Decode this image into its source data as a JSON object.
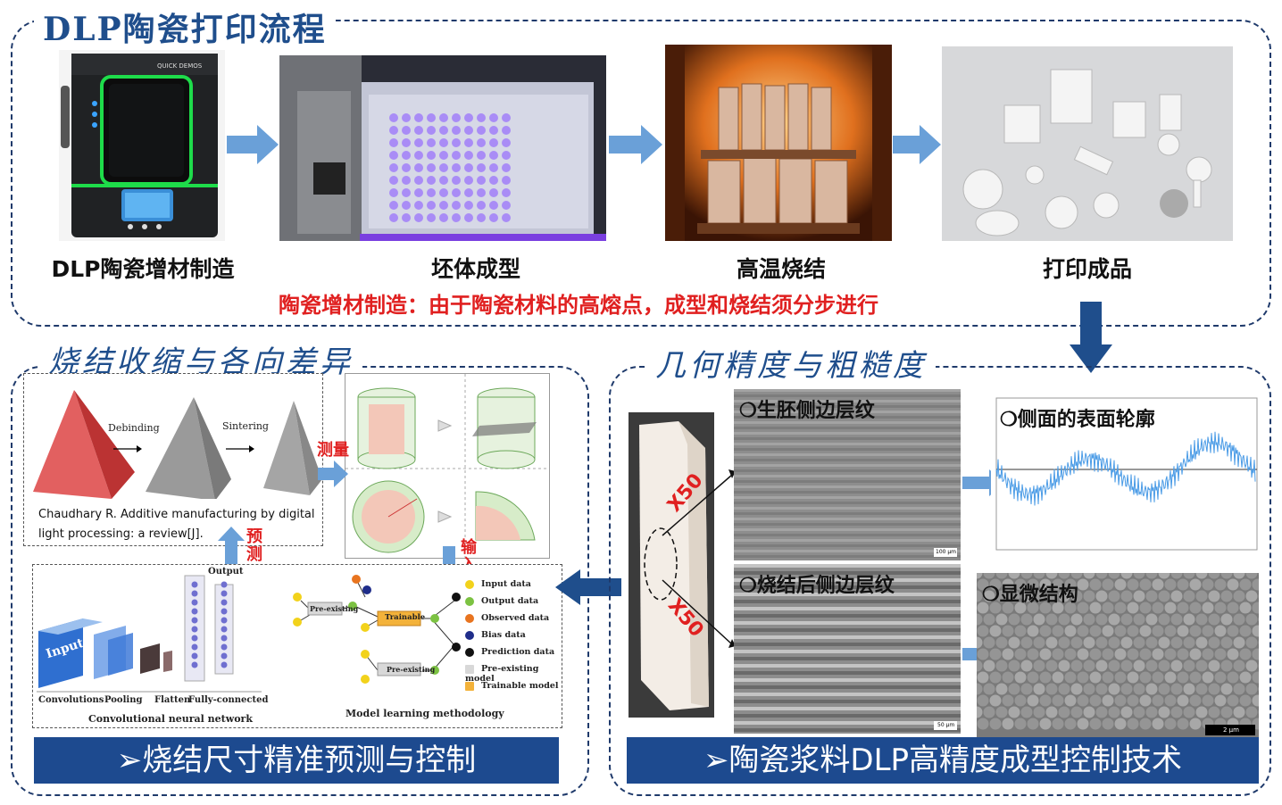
{
  "top_section": {
    "title": "DLP陶瓷打印流程",
    "steps": [
      {
        "label": "DLP陶瓷增材制造"
      },
      {
        "label": "坯体成型"
      },
      {
        "label": "高温烧结"
      },
      {
        "label": "打印成品"
      }
    ],
    "note": "陶瓷增材制造：由于陶瓷材料的高熔点，成型和烧结须分步进行",
    "printer_brand": "QUICK DEMOS"
  },
  "left_section": {
    "title": "烧结收缩与各向差异",
    "debinding_label": "Debinding",
    "sintering_label": "Sintering",
    "citation_line1": "Chaudhary R. Additive manufacturing by digital",
    "citation_line2": "light processing: a review[J].",
    "measure_label": "测量",
    "predict_label": "预测",
    "input_label": "输入",
    "cnn": {
      "input_label": "Input",
      "output_label": "Output",
      "layers": [
        "Convolutions",
        "Pooling",
        "Flatten",
        "Fully-connected"
      ],
      "caption": "Convolutional neural network"
    },
    "model": {
      "preexisting_label": "Pre-existing",
      "trainable_label": "Trainable",
      "caption": "Model learning methodology",
      "legend": [
        {
          "label": "Input data",
          "color": "#f2d21b"
        },
        {
          "label": "Output data",
          "color": "#7cc242"
        },
        {
          "label": "Observed data",
          "color": "#e8741f"
        },
        {
          "label": "Bias data",
          "color": "#1f2d8a"
        },
        {
          "label": "Prediction data",
          "color": "#111111"
        },
        {
          "label": "Pre-existing  model",
          "color": "#d8d8d8"
        },
        {
          "label": "Trainable  model",
          "color": "#f3b23a"
        }
      ]
    },
    "banner": "➢烧结尺寸精准预测与控制"
  },
  "right_section": {
    "title": "几何精度与粗糙度",
    "x50_label": "X50",
    "green_layer_title": "❍生胚侧边层纹",
    "sintered_layer_title": "❍烧结后侧边层纹",
    "profile_title": "❍侧面的表面轮廓",
    "micro_title": "❍显微结构",
    "scale_100": "100 μm",
    "scale_50": "50 μm",
    "scale_2": "2 μm",
    "banner": "➢陶瓷浆料DLP高精度成型控制技术"
  },
  "colors": {
    "title_blue": "#1f4e8c",
    "banner_blue": "#1d4a8f",
    "arrow_light": "#6aa0d8",
    "arrow_dark": "#1f4e8c",
    "red_note": "#e02020"
  }
}
